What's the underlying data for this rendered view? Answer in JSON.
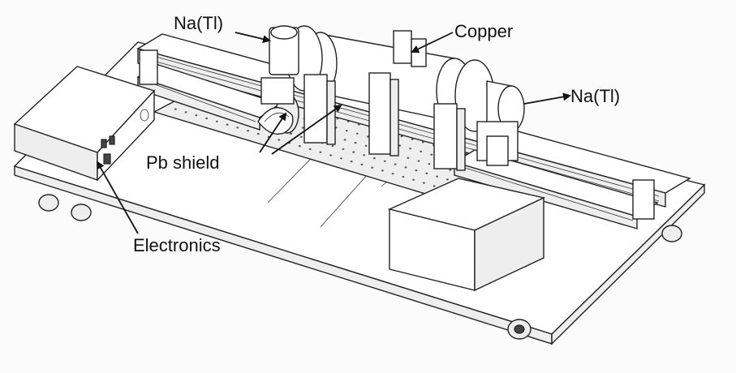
{
  "labels": {
    "nai_left": "Na(Tl)",
    "copper": "Copper",
    "nai_right": "Na(Tl)",
    "pb_shield": "Pb shield",
    "electronics": "Electronics"
  },
  "colors": {
    "background": "#fbfbfb",
    "line": "#222222",
    "text": "#111111"
  }
}
